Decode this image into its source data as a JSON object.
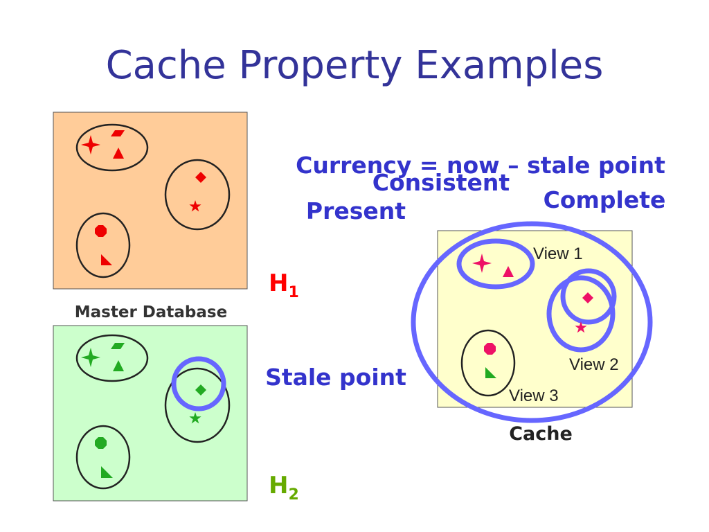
{
  "title": "Cache Property Examples",
  "labels": {
    "master_database": "Master Database",
    "h1_base": "H",
    "h1_sub": "1",
    "h2_base": "H",
    "h2_sub": "2",
    "currency": "Currency = now – stale point",
    "consistent": "Consistent",
    "complete": "Complete",
    "present": "Present",
    "stale_point": "Stale point",
    "view1": "View 1",
    "view2": "View 2",
    "view3": "View 3",
    "cache": "Cache"
  },
  "colors": {
    "title": "#333399",
    "label_blue": "#3333cc",
    "h1_red": "#ff0000",
    "h2_green": "#66aa00",
    "master_fill": "#ffcc99",
    "h2_fill": "#ccffcc",
    "cache_fill": "#ffffcc",
    "highlight_ring": "#6666ff",
    "shape_red": "#ee0000",
    "shape_green": "#22aa22",
    "shape_pink": "#ee1166"
  }
}
